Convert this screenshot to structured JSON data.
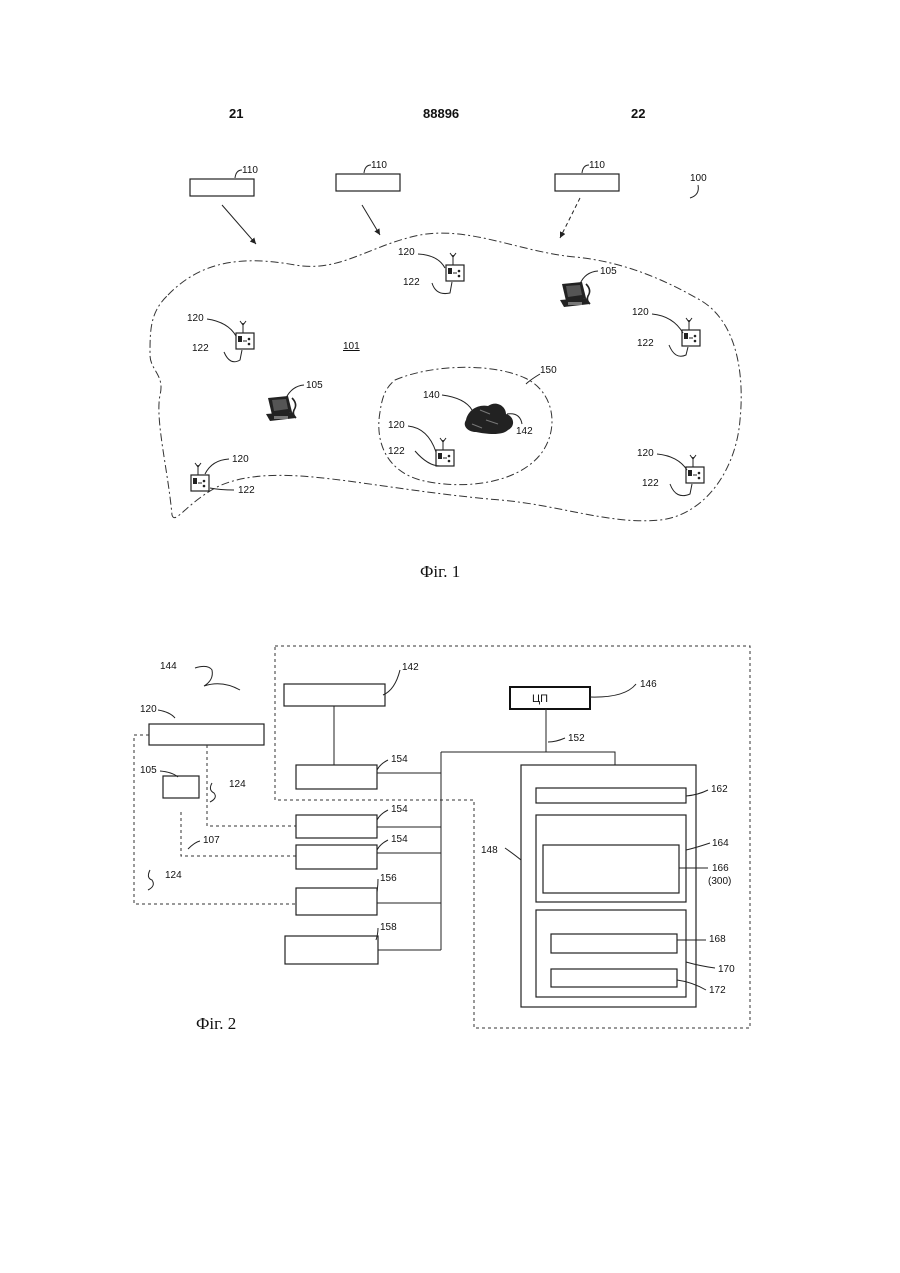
{
  "header": {
    "left": "21",
    "center": "88896",
    "right": "22"
  },
  "fig1": {
    "caption": "Фіг. 1",
    "labels": {
      "l100": "100",
      "l101": "101",
      "l105": "105",
      "l110": "110",
      "l120": "120",
      "l122": "122",
      "l140": "140",
      "l142": "142",
      "l150": "150"
    }
  },
  "fig2": {
    "caption": "Фіг. 2",
    "cpu_label": "ЦП",
    "labels": {
      "l105": "105",
      "l107": "107",
      "l120": "120",
      "l124": "124",
      "l142": "142",
      "l144": "144",
      "l146": "146",
      "l148": "148",
      "l152": "152",
      "l154": "154",
      "l156": "156",
      "l158": "158",
      "l162": "162",
      "l164": "164",
      "l166": "166",
      "l166b": "(300)",
      "l168": "168",
      "l170": "170",
      "l172": "172"
    }
  }
}
